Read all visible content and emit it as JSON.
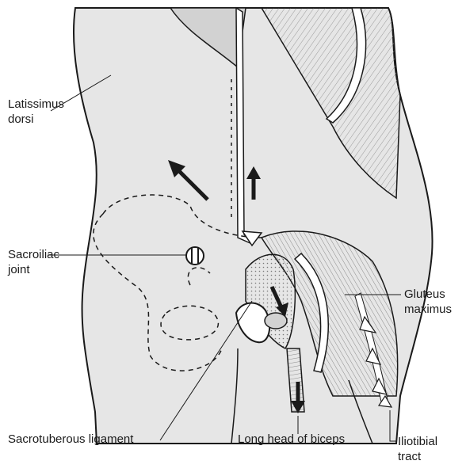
{
  "labels": {
    "latissimus": [
      "Latissimus",
      "dorsi"
    ],
    "sacroiliac": [
      "Sacroiliac",
      "joint"
    ],
    "gluteus": [
      "Gluteus",
      "maximus"
    ],
    "sacrotuberous": "Sacrotuberous ligament",
    "biceps": "Long head of biceps",
    "iliotibial": [
      "Iliotibial",
      "tract"
    ]
  },
  "colors": {
    "background": "#ffffff",
    "ink": "#1a1a1a",
    "tissue": "#e6e6e6",
    "tissue_dark": "#d2d2d2"
  }
}
